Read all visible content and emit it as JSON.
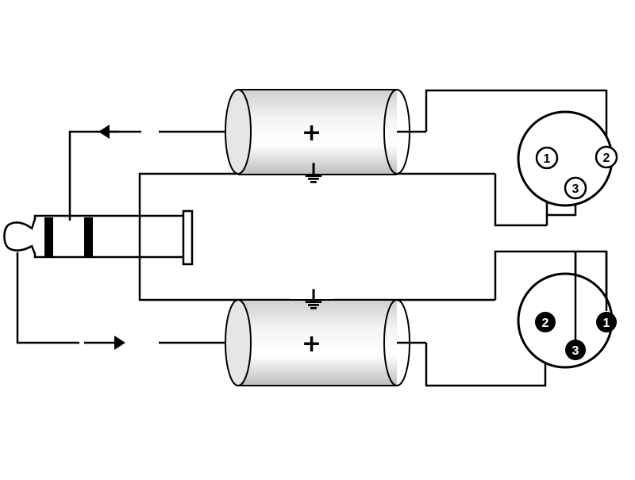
{
  "colors": {
    "line": "#000000",
    "background": "#ffffff",
    "shield_light": "#f2f2f2",
    "shield_dark": "#8c8c8c",
    "pin_female_fill": "#ffffff",
    "pin_male_fill": "#000000"
  },
  "cable_top": {
    "signal_symbol": "+",
    "ground_symbol": "⏚"
  },
  "cable_bottom": {
    "signal_symbol": "+",
    "ground_symbol": "⏚"
  },
  "xlr_female": {
    "pins": [
      "1",
      "2",
      "3"
    ]
  },
  "xlr_male": {
    "pins": [
      "1",
      "2",
      "3"
    ]
  },
  "icons": {
    "arrow_left": "arrow-left-icon",
    "arrow_right": "arrow-right-icon",
    "ground": "ground-icon"
  }
}
